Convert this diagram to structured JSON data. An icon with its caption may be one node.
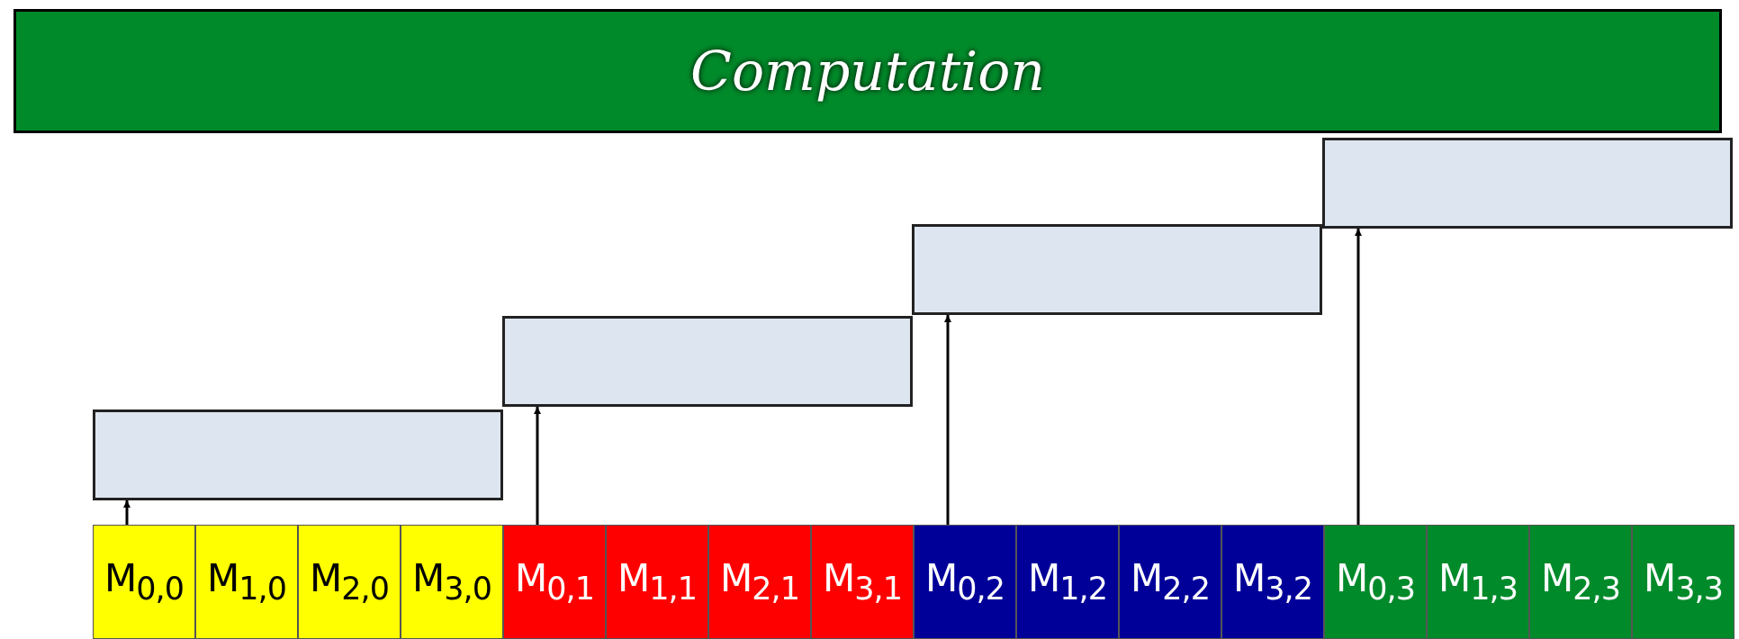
{
  "diagram": {
    "nodes": [
      {
        "text": [
          "Computation"
        ]
      },
      {
        "text": [],
        "shape": "bar"
      },
      {
        "text": [],
        "shape": "bar"
      },
      {
        "text": [],
        "shape": "bar"
      },
      {
        "text": [],
        "shape": "bar"
      },
      {
        "text": [
          "M$_{0,0}$"
        ]
      },
      {
        "text": [
          "M$_{1,0}$"
        ]
      },
      {
        "text": [
          "M$_{2,0}$"
        ]
      },
      {
        "text": [
          "M$_{3,0}$"
        ]
      },
      {
        "text": [
          "M$_{0,1}$"
        ]
      },
      {
        "text": [
          "M$_{1,1}$"
        ]
      },
      {
        "text": [
          "M$_{2,1}$"
        ]
      },
      {
        "text": [
          "M$_{3,1}$"
        ]
      },
      {
        "text": [
          "M$_{0,2}$"
        ]
      },
      {
        "text": [
          "M$_{1,2}$"
        ]
      },
      {
        "text": [
          "M$_{2,2}$"
        ]
      },
      {
        "text": [
          "M$_{3,2}$"
        ]
      },
      {
        "text": [
          "M$_{0,3}$"
        ]
      },
      {
        "text": [
          "M$_{1,3}$"
        ]
      },
      {
        "text": [
          "M$_{2,3}$"
        ]
      },
      {
        "text": [
          "M$_{3,3}$"
        ]
      }
    ],
    "edges": [
      {
        "from": 5,
        "to": 1,
        "arrow": "to"
      },
      {
        "from": 9,
        "to": 2,
        "arrow": "to"
      },
      {
        "from": 13,
        "to": 3,
        "arrow": "to"
      },
      {
        "from": 17,
        "to": 4,
        "arrow": "to"
      }
    ]
  }
}
